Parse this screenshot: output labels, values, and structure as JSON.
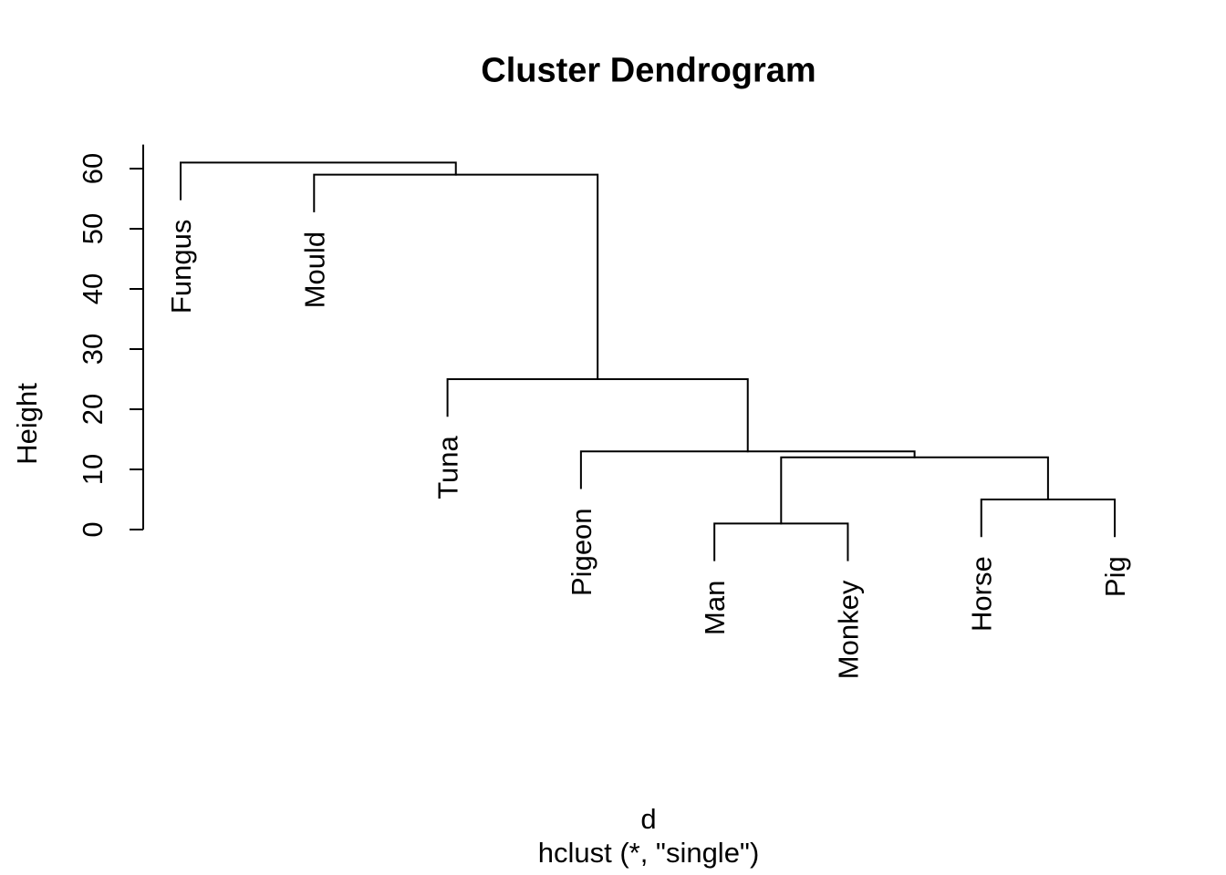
{
  "chart_data": {
    "type": "dendrogram",
    "title": "Cluster Dendrogram",
    "ylabel": "Height",
    "xlabel_line1": "d",
    "xlabel_line2": "hclust (*, \"single\")",
    "linkage_method": "single",
    "grid": false,
    "legend": null,
    "yticks": [
      0,
      10,
      20,
      30,
      40,
      50,
      60
    ],
    "ylim": [
      0,
      64
    ],
    "leaves": [
      "Fungus",
      "Mould",
      "Tuna",
      "Pigeon",
      "Man",
      "Monkey",
      "Horse",
      "Pig"
    ],
    "merges": [
      {
        "name": "man-monkey",
        "left": "Man",
        "right": "Monkey",
        "height": 1
      },
      {
        "name": "horse-pig",
        "left": "Horse",
        "right": "Pig",
        "height": 5
      },
      {
        "name": "mammal-cluster",
        "left": "man-monkey",
        "right": "horse-pig",
        "height": 12
      },
      {
        "name": "pigeon-cluster",
        "left": "Pigeon",
        "right": "mammal-cluster",
        "height": 13
      },
      {
        "name": "tuna-cluster",
        "left": "Tuna",
        "right": "pigeon-cluster",
        "height": 25
      },
      {
        "name": "mould-cluster",
        "left": "Mould",
        "right": "tuna-cluster",
        "height": 59
      },
      {
        "name": "fungus-cluster",
        "left": "Fungus",
        "right": "mould-cluster",
        "height": 61
      }
    ],
    "hang_fraction": 0.1,
    "line_color": "#000000",
    "background_color": "#ffffff"
  }
}
